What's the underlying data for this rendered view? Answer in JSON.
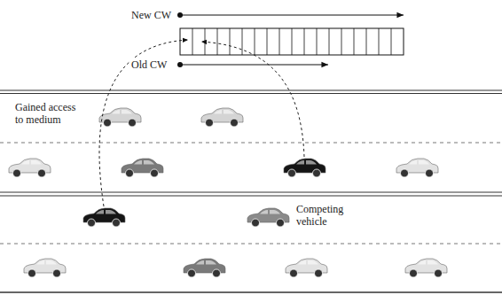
{
  "diagram": {
    "labels": [
      "New CW",
      "Old CW",
      "Gained access to medium",
      "Competing vehicle"
    ]
  }
}
